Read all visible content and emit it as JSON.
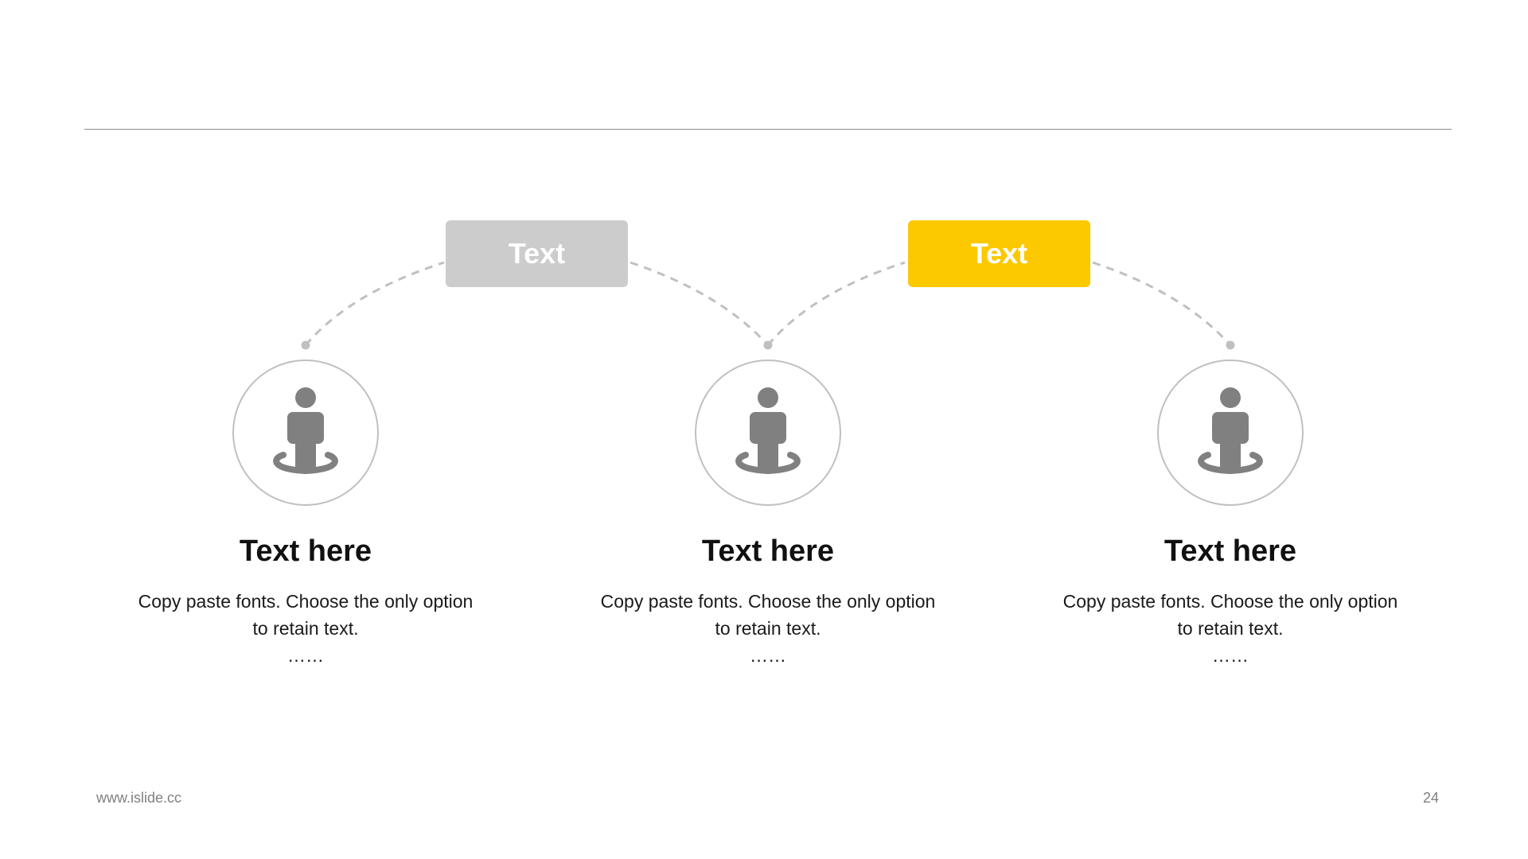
{
  "labels": [
    {
      "text": "Text",
      "color": "#cccccc"
    },
    {
      "text": "Text",
      "color": "#fcc800"
    }
  ],
  "items": [
    {
      "icon": "person-location-icon",
      "title": "Text here",
      "body_line1": "Copy paste fonts. Choose the only option",
      "body_line2": "to retain text.",
      "ellipsis": "……"
    },
    {
      "icon": "person-location-icon",
      "title": "Text here",
      "body_line1": "Copy paste fonts. Choose the only option",
      "body_line2": "to retain text.",
      "ellipsis": "……"
    },
    {
      "icon": "person-location-icon",
      "title": "Text here",
      "body_line1": "Copy paste fonts. Choose the only option",
      "body_line2": "to retain text.",
      "ellipsis": "……"
    }
  ],
  "colors": {
    "icon": "#808080",
    "connector": "#c0c0c0",
    "rule": "#8c8c8c"
  },
  "footer": {
    "url": "www.islide.cc",
    "page_number": "24"
  }
}
